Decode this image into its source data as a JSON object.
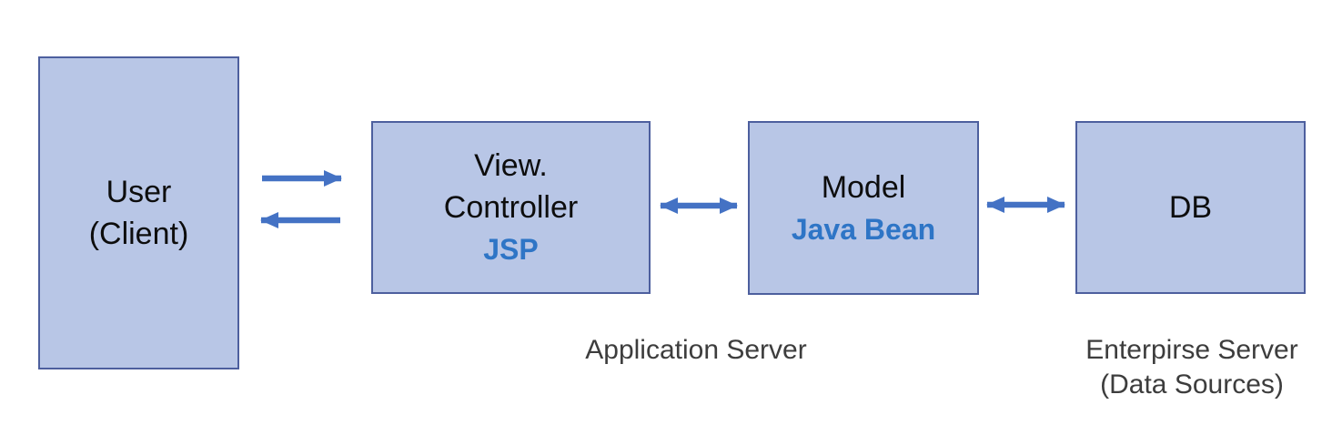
{
  "colors": {
    "box_fill": "#b8c6e6",
    "box_border": "#4d5f9e",
    "arrow": "#4472c4",
    "accent": "#2e75c6",
    "text": "#0d0d0d",
    "caption": "#3d3d3d"
  },
  "nodes": {
    "user": {
      "line1": "User",
      "line2": "(Client)"
    },
    "view_controller": {
      "line1": "View.",
      "line2": "Controller",
      "tech": "JSP"
    },
    "model": {
      "line1": "Model",
      "tech": "Java Bean"
    },
    "db": {
      "line1": "DB"
    }
  },
  "captions": {
    "application_server": "Application Server",
    "enterprise_server_line1": "Enterpirse Server",
    "enterprise_server_line2": "(Data Sources)"
  },
  "connectors": [
    {
      "name": "user-to-view",
      "direction": "right"
    },
    {
      "name": "view-to-user",
      "direction": "left"
    },
    {
      "name": "view-model",
      "direction": "both"
    },
    {
      "name": "model-db",
      "direction": "both"
    }
  ]
}
